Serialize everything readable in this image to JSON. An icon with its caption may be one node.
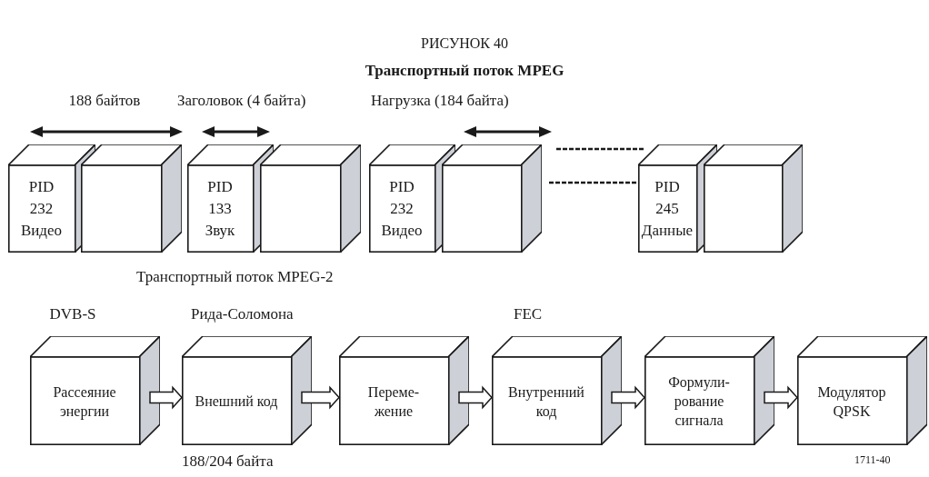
{
  "diagram": {
    "title": "Транспортный поток MPEG",
    "nodes": [
      {
        "text": [
          "PID",
          "232",
          "Видео"
        ]
      },
      {
        "text": [],
        "shape": "box"
      },
      {
        "text": [
          "PID",
          "133",
          "Звук"
        ]
      },
      {
        "text": [],
        "shape": "box"
      },
      {
        "text": [
          "PID",
          "232",
          "Видео"
        ]
      },
      {
        "text": [],
        "shape": "box"
      },
      {
        "text": [
          "PID",
          "245",
          "Данные"
        ]
      },
      {
        "text": [],
        "shape": "box"
      },
      {
        "text": [
          "Рассеяние энергии"
        ]
      },
      {
        "text": [
          "Внешний код"
        ]
      },
      {
        "text": [
          "Переме- жение"
        ]
      },
      {
        "text": [
          "Внутренний код"
        ]
      },
      {
        "text": [
          "Формули- рование сигнала"
        ]
      },
      {
        "text": [
          "Модулятор QPSK"
        ]
      }
    ],
    "edges": [
      {
        "from": 8,
        "to": 9,
        "arrow": "to"
      },
      {
        "from": 9,
        "to": 10,
        "arrow": "to"
      },
      {
        "from": 10,
        "to": 11,
        "arrow": "to"
      },
      {
        "from": 11,
        "to": 12,
        "arrow": "to"
      },
      {
        "from": 12,
        "to": 13,
        "arrow": "to"
      }
    ],
    "labels": [
      "РИСУНОК 40",
      "188 байтов",
      "Заголовок (4 байта)",
      "Нагрузка (184 байта)",
      "Транспортный поток MPEG-2",
      "DVB-S",
      "Рида-Соломона",
      "FEC",
      "188/204 байта",
      "1711-40"
    ]
  }
}
